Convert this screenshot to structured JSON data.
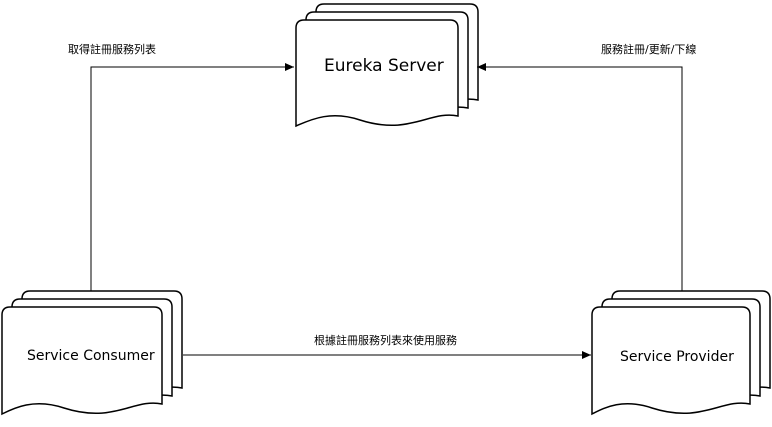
{
  "nodes": {
    "eureka_server": {
      "label": "Eureka Server"
    },
    "service_consumer": {
      "label": "Service Consumer"
    },
    "service_provider": {
      "label": "Service Provider"
    }
  },
  "edges": {
    "consumer_to_server": {
      "label": "取得註冊服務列表"
    },
    "provider_to_server": {
      "label": "服務註冊/更新/下線"
    },
    "consumer_to_provider": {
      "label": "根據註冊服務列表來使用服務"
    }
  },
  "colors": {
    "stroke": "#000000",
    "fill": "#ffffff",
    "text": "#000000"
  }
}
